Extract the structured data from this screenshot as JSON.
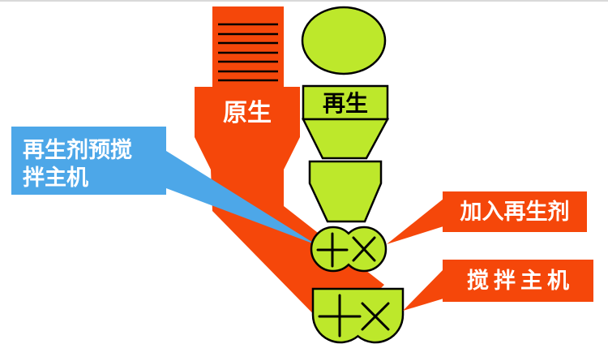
{
  "labels": {
    "virgin_material": "原生",
    "recycled_material": "再生",
    "premix_label_line1": "再生剂预搅",
    "premix_label_line2": "拌主机",
    "add_agent_label": "加入再生剂",
    "main_mixer_label": "搅拌主机"
  },
  "colors": {
    "orange": "#F5470A",
    "green": "#BDE82B",
    "blue": "#4DA7E8",
    "outline": "#000000",
    "text_light": "#FFFFFF",
    "text_dark": "#000000"
  }
}
